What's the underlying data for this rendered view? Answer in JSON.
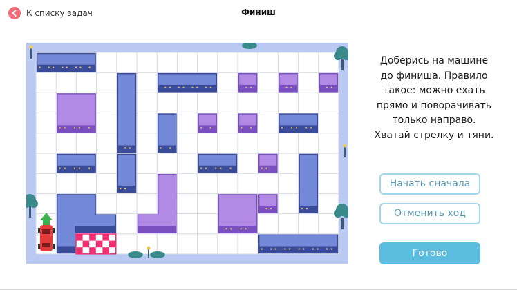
{
  "header": {
    "back_label": "К списку задач",
    "title": "Финиш"
  },
  "instructions": [
    "Доберись на машине",
    "до финиша. Правило",
    "такое: можно ехать",
    "прямо и поворачивать",
    "только направо.",
    "Хватай стрелку и тяни."
  ],
  "buttons": {
    "restart": "Начать сначала",
    "undo": "Отменить ход",
    "done": "Готово"
  },
  "colors": {
    "back_button": "#f06a78",
    "board_frame": "#b9c9f2",
    "road": "#ffffff",
    "building_blue": "#7388d6",
    "building_purple": "#b28ae6",
    "finish_red": "#f0306f",
    "car": "#e33b3b",
    "arrow": "#3fb04f",
    "button_border": "#9fd6ea",
    "button_text": "#5b9bb8",
    "done_button": "#5bbde0"
  },
  "icons": {
    "back": "chevron-left-icon",
    "car": "car-icon",
    "arrow": "arrow-up-icon"
  }
}
